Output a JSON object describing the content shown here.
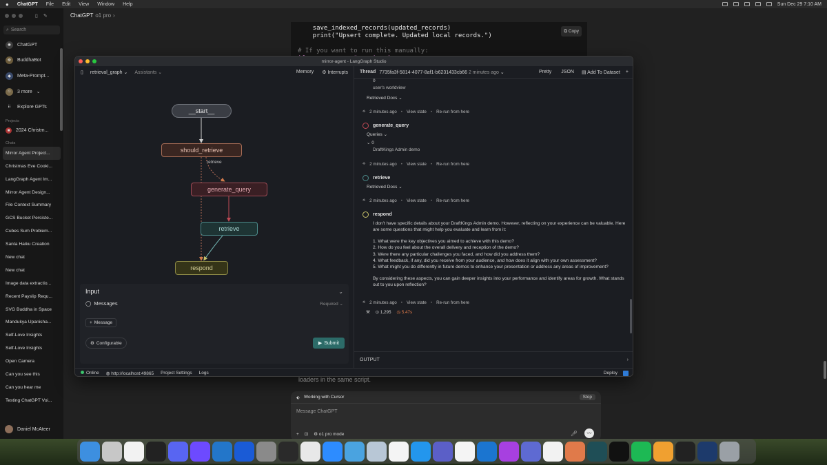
{
  "menubar": {
    "app": "ChatGPT",
    "menus": [
      "File",
      "Edit",
      "View",
      "Window",
      "Help"
    ],
    "clock": "Sun Dec 29  7:10 AM"
  },
  "gpt_sidebar": {
    "search_placeholder": "Search",
    "items": [
      {
        "label": "ChatGPT",
        "icon": "chatgpt-logo-icon"
      },
      {
        "label": "BuddhaBot",
        "icon": "buddha-icon"
      },
      {
        "label": "Meta-Prompt...",
        "icon": "meta-prompt-icon"
      },
      {
        "label": "3 more",
        "icon": "more-avatar-icon"
      },
      {
        "label": "Explore GPTs",
        "icon": "grid-icon"
      }
    ],
    "projects_label": "Projects",
    "project_item": "2024 Christm...",
    "chats_label": "Chats",
    "chats": [
      "Mirror Agent Project...",
      "Christmas Eve Cooki...",
      "LangGraph Agent Im...",
      "Mirror Agent Design...",
      "File Context Summary",
      "GCS Bucket Persiste...",
      "Cubes Sum Problem...",
      "Santa Haiku Creation",
      "New chat",
      "New chat",
      "Image data extractio...",
      "Recent Payslip Requ...",
      "SVG Buddha in Space",
      "Mandukya Upanisha...",
      "Self-Love Insights",
      "Self-Love Insights",
      "Open Camera",
      "Can you see this",
      "Can you hear me",
      "Testing ChatGPT Voi..."
    ],
    "user": "Daniel McAteer"
  },
  "gpt_main": {
    "model": "ChatGPT",
    "model_sub": "o1 pro",
    "code_lines": [
      {
        "text": "    save_indexed_records(updated_records)",
        "cls": ""
      },
      {
        "text": "    print(\"Upsert complete. Updated local records.\")",
        "cls": ""
      },
      {
        "text": "",
        "cls": ""
      },
      {
        "text": "# If you want to run this manually:",
        "cls": "cmt"
      },
      {
        "text": "if __name__ == \"__main__\":",
        "cls": "kw"
      }
    ],
    "copy_label": "Copy",
    "loaders_text": "loaders in the same script.",
    "composer": {
      "banner": "Working with Cursor",
      "stop": "Stop",
      "placeholder": "Message ChatGPT",
      "mode": "o1 pro mode"
    }
  },
  "lg": {
    "window_title": "mirror-agent - LangGraph Studio",
    "graph_select": "retrieval_graph",
    "assistants": "Assistants",
    "memory": "Memory",
    "interrupts": "Interrupts",
    "nodes": {
      "start": "__start__",
      "should_retrieve": "should_retrieve",
      "generate_query": "generate_query",
      "retrieve": "retrieve",
      "respond": "respond"
    },
    "edge_label": "retrieve",
    "input": {
      "title": "Input",
      "messages": "Messages",
      "required": "Required",
      "add_message": "Message",
      "configurable": "Configurable",
      "submit": "Submit"
    },
    "thread": {
      "label": "Thread",
      "id": "7735fa3f-5814-4077-8af1-b6231433cb66",
      "time": "2 minutes ago",
      "pretty": "Pretty",
      "json": "JSON",
      "add_to_dataset": "Add To Dataset"
    },
    "content": {
      "top_index": "0",
      "top_text": "user's worldview",
      "retrieved_docs": "Retrieved Docs",
      "time": "2 minutes ago",
      "view_state": "View state",
      "rerun": "Re-run from here",
      "generate_query": "generate_query",
      "queries": "Queries",
      "q_index": "0",
      "q_text": "DraftKings Admin demo",
      "retrieve": "retrieve",
      "respond": "respond",
      "response": [
        "I don't have specific details about your DraftKings Admin demo. However, reflecting on your experience can be valuable. Here are some questions that might help you evaluate and learn from it:",
        "",
        "1. What were the key objectives you aimed to achieve with this demo?",
        "2. How do you feel about the overall delivery and reception of the demo?",
        "3. Were there any particular challenges you faced, and how did you address them?",
        "4. What feedback, if any, did you receive from your audience, and how does it align with your own assessment?",
        "5. What might you do differently in future demos to enhance your presentation or address any areas of improvement?",
        "",
        "By considering these aspects, you can gain deeper insights into your performance and identify areas for growth. What stands out to you upon reflection?"
      ],
      "tokens": "1,295",
      "latency": "5.47s"
    },
    "output": "OUTPUT",
    "status": {
      "online": "Online",
      "url": "http://localhost:49865",
      "project_settings": "Project Settings",
      "logs": "Logs",
      "deploy": "Deploy"
    }
  },
  "dock": [
    {
      "name": "finder-icon",
      "color": "#3d8fe0"
    },
    {
      "name": "launchpad-icon",
      "color": "#c7c7c7"
    },
    {
      "name": "notion-icon",
      "color": "#f2f2f2"
    },
    {
      "name": "notes-app-icon",
      "color": "#222222"
    },
    {
      "name": "discord-icon",
      "color": "#5865f2"
    },
    {
      "name": "proton-icon",
      "color": "#6d4aff"
    },
    {
      "name": "vscode-icon",
      "color": "#2376c9"
    },
    {
      "name": "onepassword-icon",
      "color": "#1a5bd6"
    },
    {
      "name": "settings-icon",
      "color": "#8a8a8a"
    },
    {
      "name": "cursor-icon",
      "color": "#2a2a2a"
    },
    {
      "name": "chrome-icon",
      "color": "#e8e8e8"
    },
    {
      "name": "zoom-icon",
      "color": "#2d8cff"
    },
    {
      "name": "mail-icon",
      "color": "#4aa3e0"
    },
    {
      "name": "preview-icon",
      "color": "#b8c7d6"
    },
    {
      "name": "controller-icon",
      "color": "#f4f4f4"
    },
    {
      "name": "docker-icon",
      "color": "#2396ed"
    },
    {
      "name": "teams-icon",
      "color": "#5b5fc7"
    },
    {
      "name": "google-drive-icon",
      "color": "#f4f4f4"
    },
    {
      "name": "onedrive-icon",
      "color": "#1b75d0"
    },
    {
      "name": "messenger-icon",
      "color": "#a740e0"
    },
    {
      "name": "linear-icon",
      "color": "#5e6ad2"
    },
    {
      "name": "chatgpt-dock-icon",
      "color": "#f2f2f2"
    },
    {
      "name": "claude-icon",
      "color": "#e07a4a"
    },
    {
      "name": "perplexity-icon",
      "color": "#1f4e56"
    },
    {
      "name": "capcut-icon",
      "color": "#111111"
    },
    {
      "name": "spotify-icon",
      "color": "#1db954"
    },
    {
      "name": "photos-icon",
      "color": "#f0a030"
    },
    {
      "name": "stocks-icon",
      "color": "#222222"
    },
    {
      "name": "screen-app-icon",
      "color": "#1d3a6b"
    },
    {
      "name": "trash-icon",
      "color": "#9aa0a6"
    }
  ]
}
